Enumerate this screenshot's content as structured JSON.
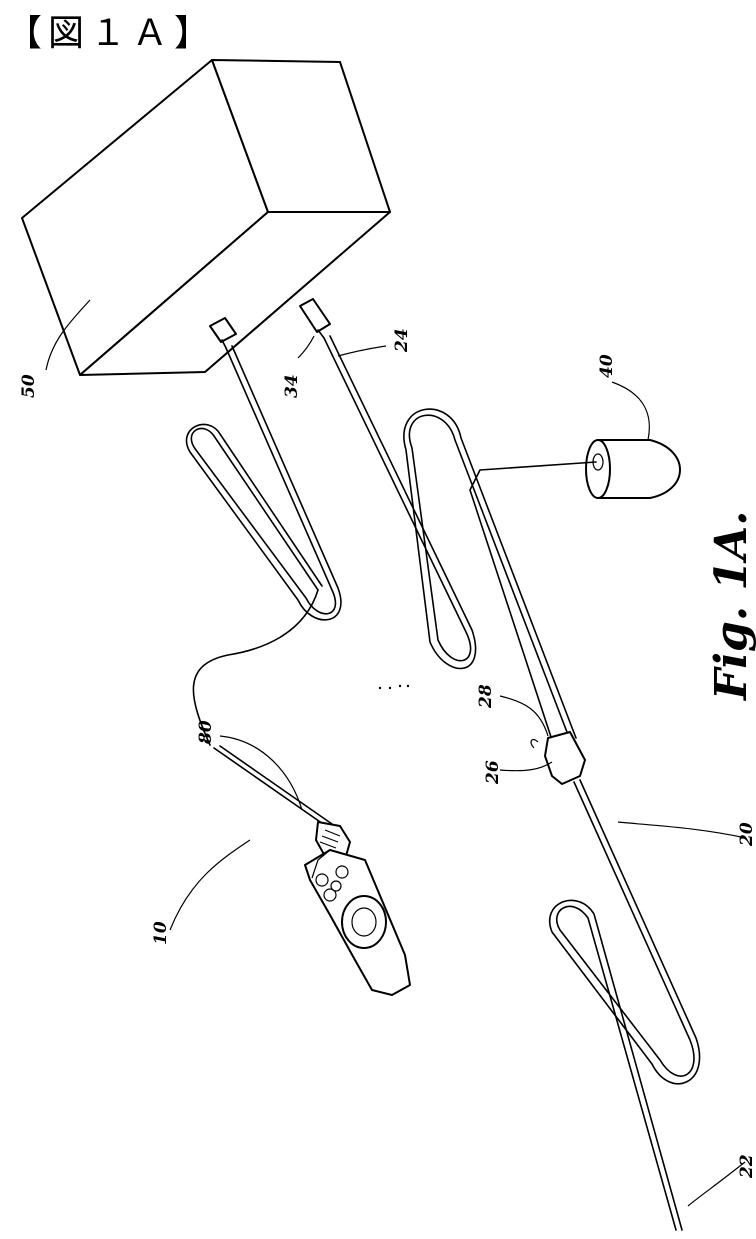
{
  "header": {
    "title": "【図１Ａ】"
  },
  "figure": {
    "caption": "Fig. 1A.",
    "refs": {
      "device": "10",
      "catheter": "20",
      "distal_tip": "22",
      "line_24": "24",
      "hub_26": "26",
      "port_28": "28",
      "connector_34": "34",
      "cup_40": "40",
      "console": "50",
      "cable_80": "80"
    }
  }
}
